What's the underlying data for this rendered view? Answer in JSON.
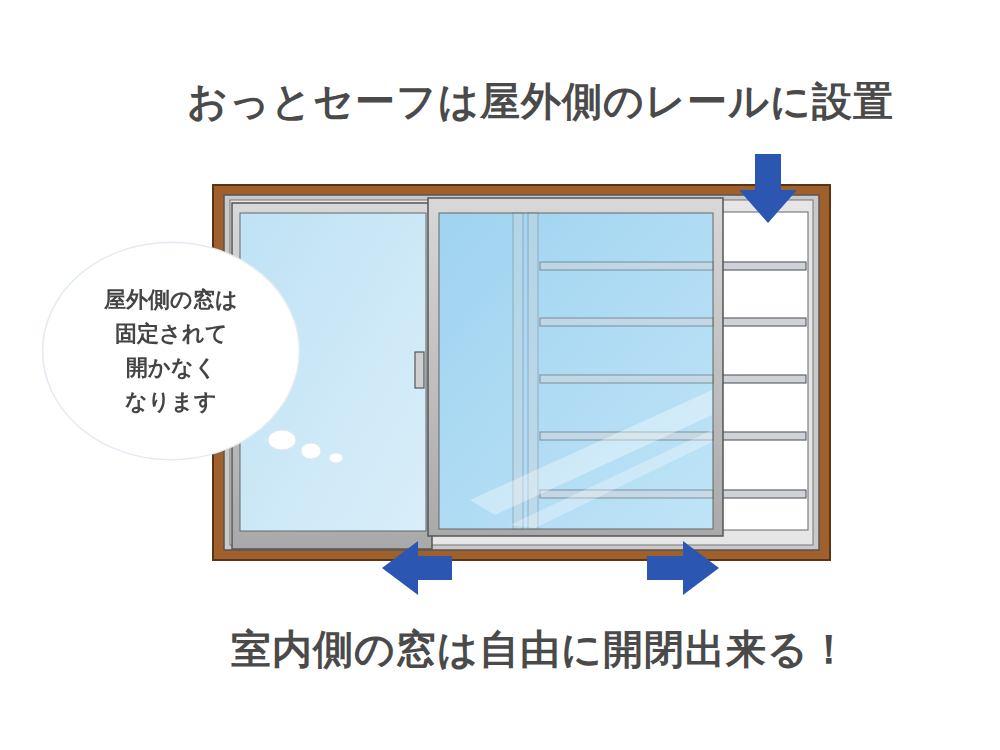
{
  "diagram": {
    "title": "おっとセーフは屋外側のレールに設置",
    "caption": "室内側の窓は自由に開閉出来る！",
    "nodes": [
      {
        "text": [
          "屋外側の窓は 固定されて 開かなく なります"
        ]
      }
    ]
  }
}
